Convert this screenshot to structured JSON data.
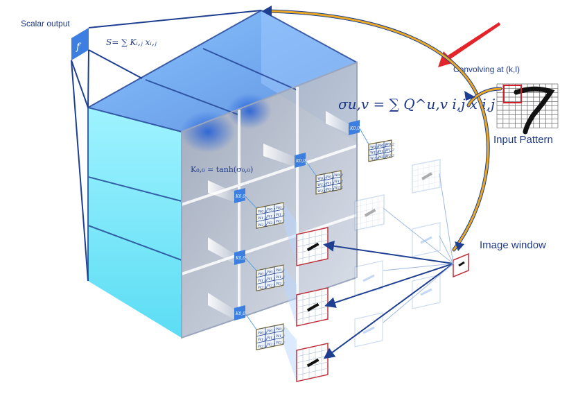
{
  "labels": {
    "scalar_output": "Scalar output",
    "f_symbol": "f",
    "s_formula": "S= ∑ Kᵢ,ⱼ xᵢ,ⱼ",
    "sigma_formula": "σu,v = ∑ Q^u,v i,j x i,j",
    "k_formula": "K₀,₀ = tanh(σ₀,₀)",
    "convolving": "Convolving at (k,l)",
    "input_pattern": "Input Pattern",
    "image_window": "Image window"
  },
  "kernel_cells": [
    "W0,0",
    "W0,1",
    "W0,2",
    "W1,0",
    "W1,1",
    "W1,2",
    "W2,0",
    "W2,1",
    "W2,2"
  ],
  "node_label": "K0,0",
  "colors": {
    "accent_blue": "#3d7fe0",
    "deep_blue": "#1e3f91",
    "cyan_face": "#7fe8ff",
    "gold_arrow": "#e8a823",
    "red_arrow": "#e3242b",
    "window_red": "#c0303a",
    "grid_gold": "#c9a227"
  }
}
